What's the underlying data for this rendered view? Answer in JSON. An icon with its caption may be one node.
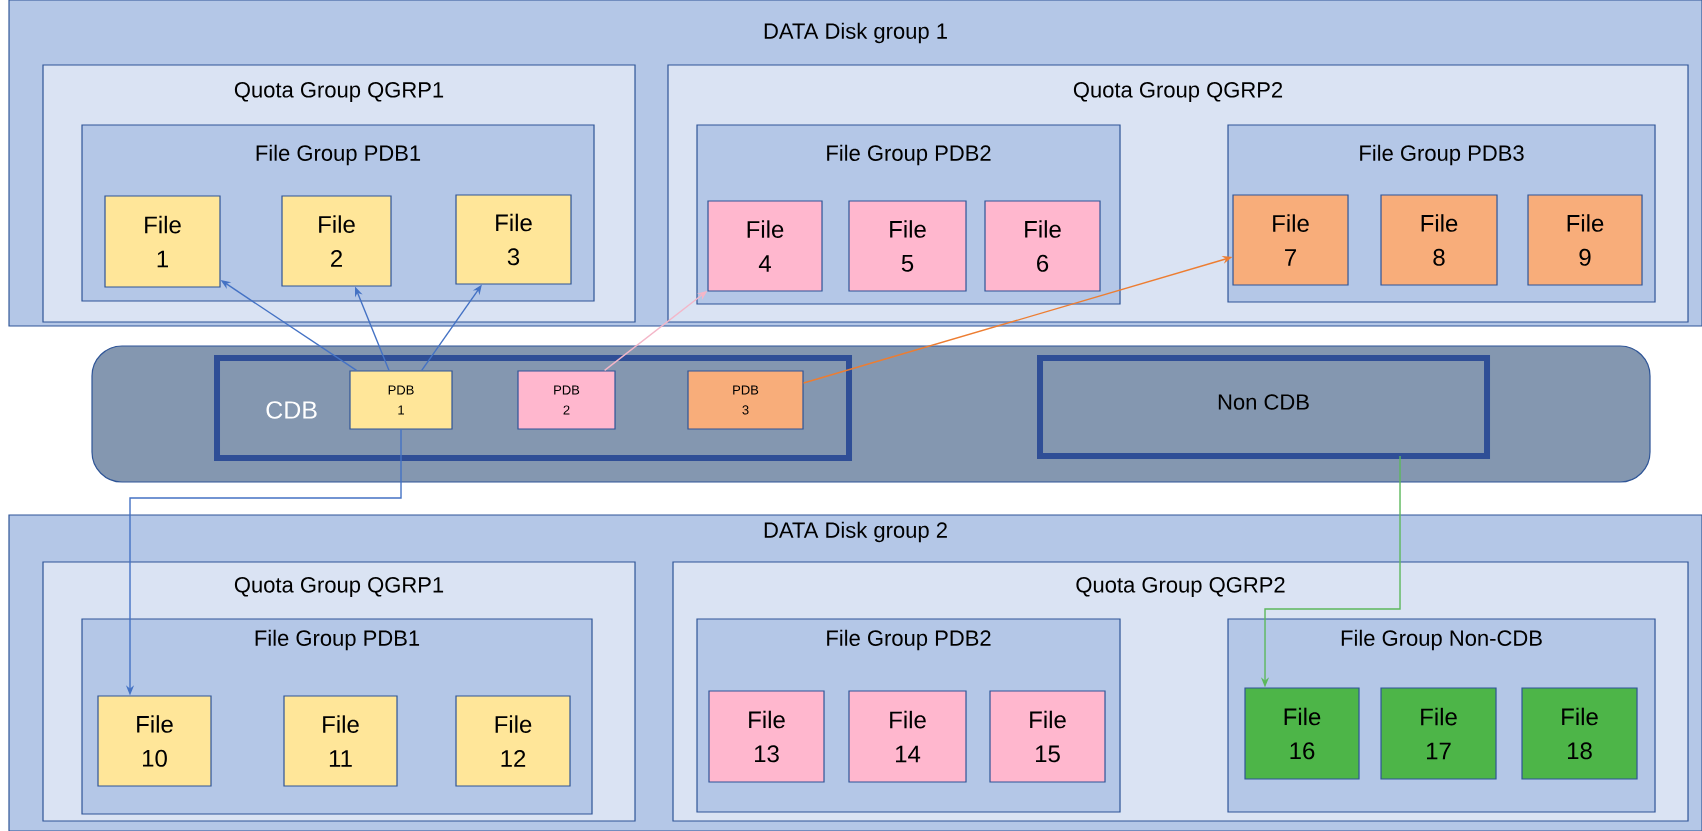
{
  "diagram": {
    "nodes": [
      {
        "text": [
          "DATA Disk group 1"
        ]
      },
      {
        "text": [
          "Quota Group QGRP1"
        ],
        "in": 0
      },
      {
        "text": [
          "File Group PDB1"
        ],
        "in": 1
      },
      {
        "text": [
          "File 1"
        ],
        "in": 2
      },
      {
        "text": [
          "File 2"
        ],
        "in": 2
      },
      {
        "text": [
          "File 3"
        ],
        "in": 2
      },
      {
        "text": [
          "Quota Group QGRP2"
        ],
        "in": 0
      },
      {
        "text": [
          "File Group PDB2"
        ],
        "in": 6
      },
      {
        "text": [
          "File 4"
        ],
        "in": 7
      },
      {
        "text": [
          "File 5"
        ],
        "in": 7
      },
      {
        "text": [
          "File 6"
        ],
        "in": 7
      },
      {
        "text": [
          "File Group PDB3"
        ],
        "in": 6
      },
      {
        "text": [
          "File 7"
        ],
        "in": 11
      },
      {
        "text": [
          "File 8"
        ],
        "in": 11
      },
      {
        "text": [
          "File 9"
        ],
        "in": 11
      },
      {
        "text": [],
        "shape": "box"
      },
      {
        "text": [
          "CDB"
        ],
        "in": 15
      },
      {
        "text": [
          "PDB 1"
        ],
        "in": 16
      },
      {
        "text": [
          "PDB 2"
        ],
        "in": 16
      },
      {
        "text": [
          "PDB 3"
        ],
        "in": 16
      },
      {
        "text": [
          "Non CDB"
        ],
        "in": 15
      },
      {
        "text": [
          "DATA Disk group 2"
        ]
      },
      {
        "text": [
          "Quota Group QGRP1"
        ],
        "in": 21
      },
      {
        "text": [
          "File Group PDB1"
        ],
        "in": 22
      },
      {
        "text": [
          "File 10"
        ],
        "in": 23
      },
      {
        "text": [
          "File 11"
        ],
        "in": 23
      },
      {
        "text": [
          "File 12"
        ],
        "in": 23
      },
      {
        "text": [
          "Quota Group QGRP2"
        ],
        "in": 21
      },
      {
        "text": [
          "File Group PDB2"
        ],
        "in": 27
      },
      {
        "text": [
          "File 13"
        ],
        "in": 28
      },
      {
        "text": [
          "File 14"
        ],
        "in": 28
      },
      {
        "text": [
          "File 15"
        ],
        "in": 28
      },
      {
        "text": [
          "File Group Non-CDB"
        ],
        "in": 27
      },
      {
        "text": [
          "File 16"
        ],
        "in": 32
      },
      {
        "text": [
          "File 17"
        ],
        "in": 32
      },
      {
        "text": [
          "File 18"
        ],
        "in": 32
      }
    ],
    "edges": [
      {
        "from": 17,
        "to": 3,
        "arrow": "to"
      },
      {
        "from": 17,
        "to": 4,
        "arrow": "to"
      },
      {
        "from": 17,
        "to": 5,
        "arrow": "to"
      },
      {
        "from": 18,
        "to": 8,
        "arrow": "to",
        "color": "#f4b6c8"
      },
      {
        "from": 19,
        "to": 12,
        "arrow": "to",
        "color": "#ed7d31"
      },
      {
        "from": 17,
        "to": 24,
        "arrow": "to"
      },
      {
        "from": 20,
        "to": 33,
        "arrow": "to",
        "color": "#5cb85c"
      }
    ]
  }
}
